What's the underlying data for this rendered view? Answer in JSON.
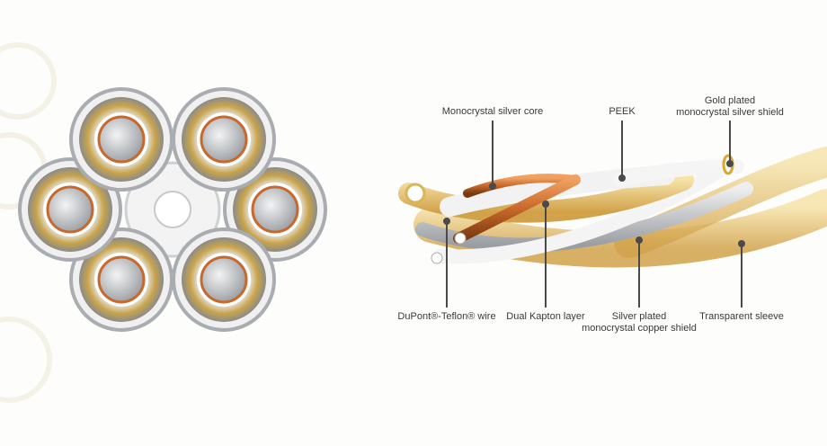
{
  "labels": {
    "silver_core": "Monocrystal silver core",
    "peek": "PEEK",
    "gold_shield_line1": "Gold plated",
    "gold_shield_line2": "monocrystal silver shield",
    "teflon": "DuPont®-Teflon® wire",
    "kapton": "Dual Kapton layer",
    "silver_shield_line1": "Silver plated",
    "silver_shield_line2": "monocrystal copper shield",
    "sleeve": "Transparent sleeve"
  },
  "colors": {
    "copper": "#c8682a",
    "gold": "#d9b45a",
    "silver": "#c9ccd0",
    "leader": "#4a4a4a"
  }
}
